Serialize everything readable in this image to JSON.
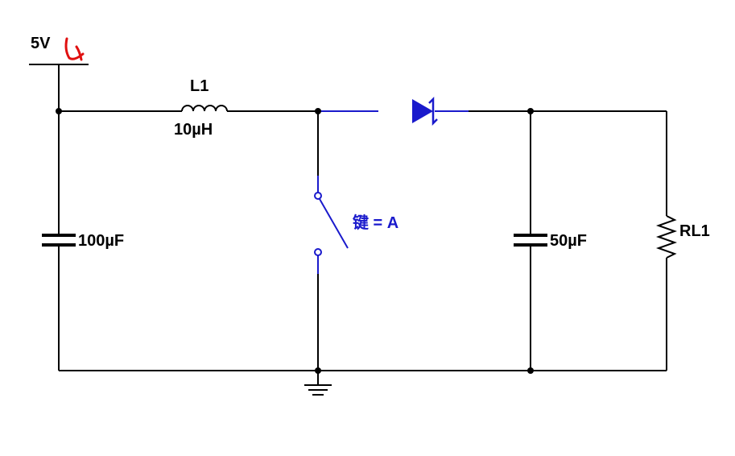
{
  "supply": {
    "label": "5V"
  },
  "inductor": {
    "name": "L1",
    "value": "10µH"
  },
  "capacitor_in": {
    "value": "100µF"
  },
  "switch": {
    "label": "键 = A"
  },
  "capacitor_out": {
    "value": "50µF"
  },
  "load": {
    "name": "RL1"
  },
  "colors": {
    "wire": "#000000",
    "switch": "#1a1acc",
    "diode": "#1a1acc",
    "annotation": "#e01010"
  }
}
